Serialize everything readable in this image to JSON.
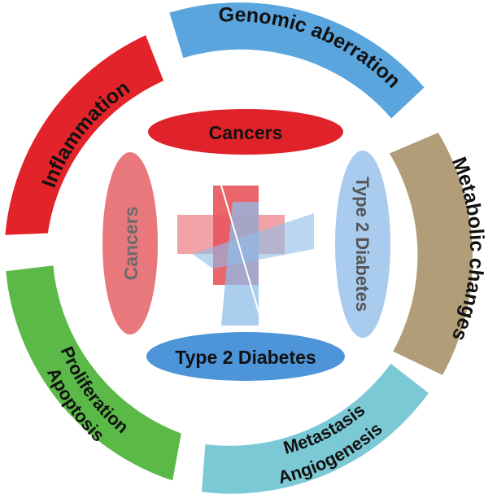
{
  "segments": [
    {
      "key": "genomic",
      "label": "Genomic aberration",
      "color": "#5aa5de"
    },
    {
      "key": "metabolic",
      "label": "Metabolic changes",
      "color": "#b19d77"
    },
    {
      "key": "metastasis",
      "lines": [
        "Metastasis",
        "Angiogenesis"
      ],
      "color": "#7cc9d6"
    },
    {
      "key": "proliferation",
      "lines": [
        "Proliferation",
        "Apoptosis"
      ],
      "color": "#5ab947"
    },
    {
      "key": "inflammation",
      "label": "Inflammation",
      "color": "#e2232a"
    }
  ],
  "ovals": {
    "top": {
      "label": "Cancers",
      "color": "#e0232b",
      "text_color": "#111111"
    },
    "left": {
      "label": "Cancers",
      "color": "#e9787d",
      "text_color": "#6b6b6b"
    },
    "right": {
      "label": "Type 2 Diabetes",
      "color": "#a9cbee",
      "text_color": "#555555"
    },
    "bottom": {
      "label": "Type 2 Diabetes",
      "color": "#4d94d8",
      "text_color": "#111111"
    }
  },
  "plus": {
    "red": "#e9585f",
    "blue": "#8fbde9"
  }
}
